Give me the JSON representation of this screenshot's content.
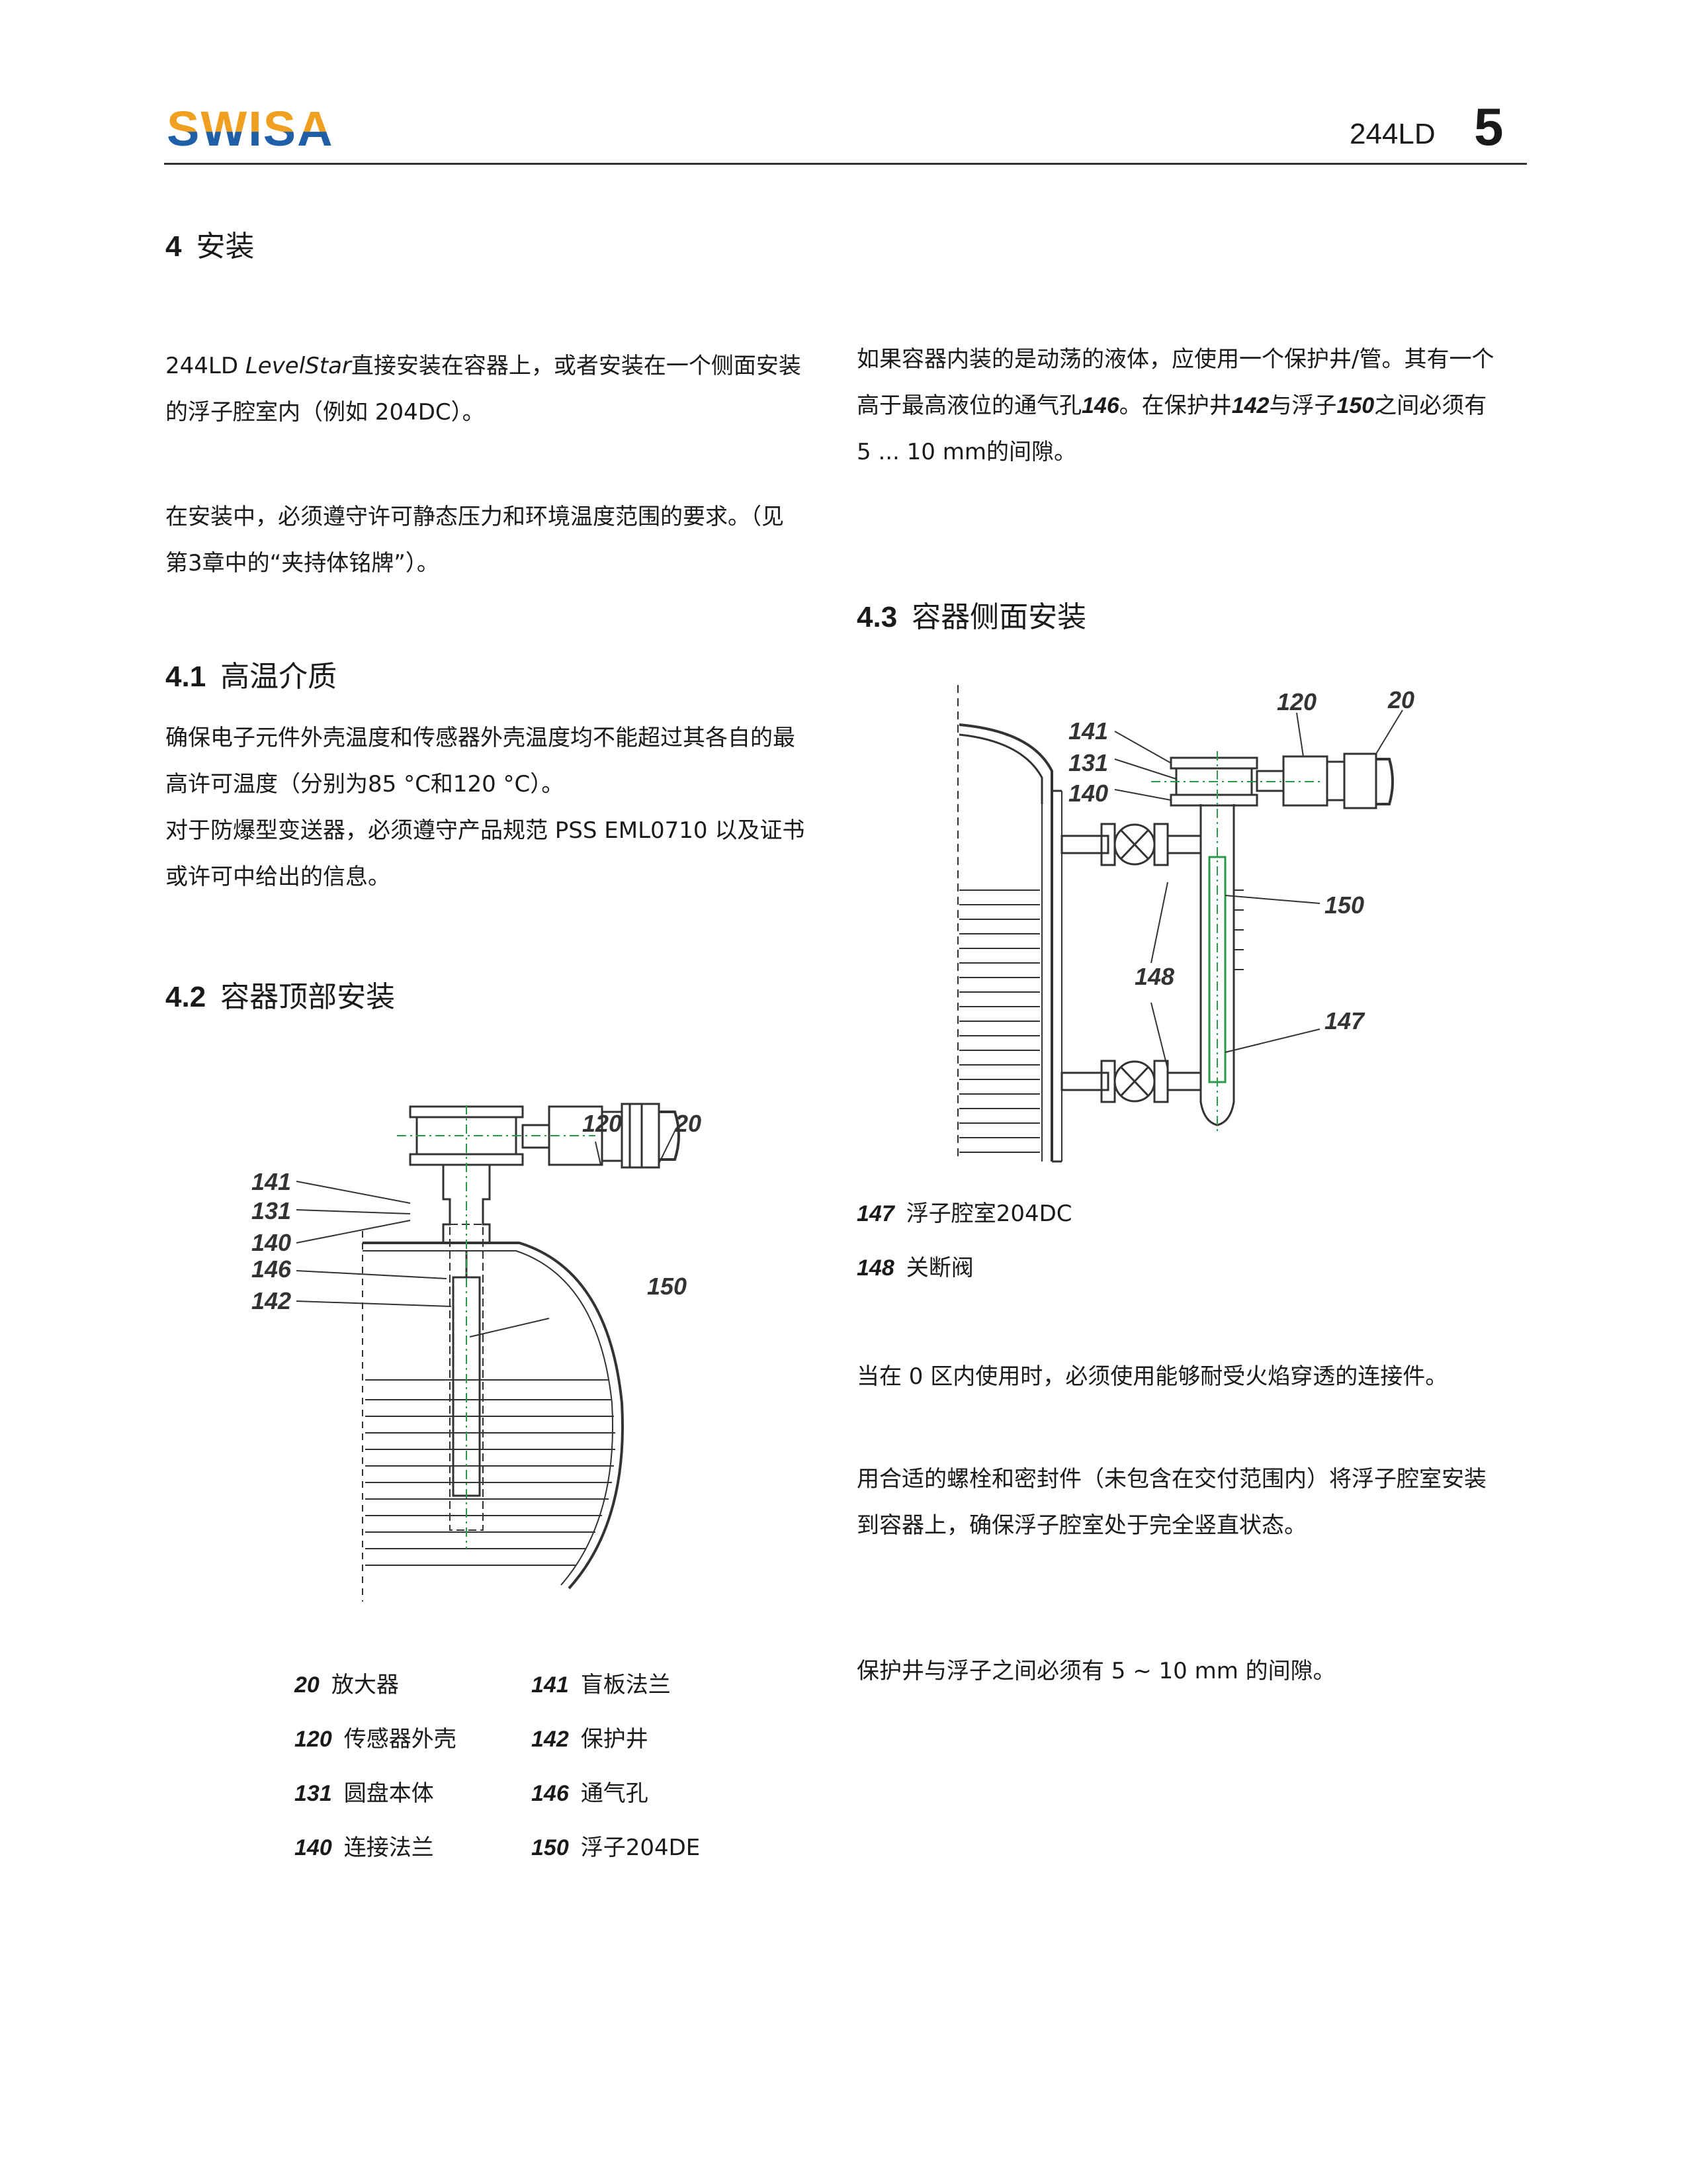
{
  "header": {
    "brand": "SWISA",
    "model": "244LD",
    "page_number": "5",
    "colors": {
      "brand_blue": "#1f5fa8",
      "brand_orange": "#f0a020"
    }
  },
  "section4": {
    "number": "4",
    "title": "安装",
    "para1_a": "244LD ",
    "para1_italic": "LevelStar",
    "para1_b": "直接安装在容器上，或者安装在一个侧面安装",
    "para1_line2": "的浮子腔室内（例如 204DC）。",
    "para2_line1": "在安装中，必须遵守许可静态压力和环境温度范围的要求。（见",
    "para2_line2": "第3章中的“夹持体铭牌”）。"
  },
  "section41": {
    "number": "4.1",
    "title": "高温介质",
    "line1": "确保电子元件外壳温度和传感器外壳温度均不能超过其各自的最",
    "line2": "高许可温度（分别为85 °C和120 °C）。",
    "line3": "对于防爆型变送器，必须遵守产品规范 PSS EML0710 以及证书",
    "line4": "或许可中给出的信息。"
  },
  "section42": {
    "number": "4.2",
    "title": "容器顶部安装",
    "figure_labels": {
      "l141": "141",
      "l131": "131",
      "l140": "140",
      "l146": "146",
      "l142": "142",
      "l120": "120",
      "l20": "20",
      "l150": "150"
    },
    "legend": [
      {
        "num": "20",
        "text": "放大器"
      },
      {
        "num": "120",
        "text": "传感器外壳"
      },
      {
        "num": "131",
        "text": "圆盘本体"
      },
      {
        "num": "140",
        "text": "连接法兰"
      },
      {
        "num": "141",
        "text": "盲板法兰"
      },
      {
        "num": "142",
        "text": "保护井"
      },
      {
        "num": "146",
        "text": "通气孔"
      },
      {
        "num": "150",
        "text": "浮子204DE"
      }
    ]
  },
  "right_intro": {
    "line1": "如果容器内装的是动荡的液体，应使用一个保护井/管。其有一个",
    "line2_a": "高于最高液位的通气孔",
    "line2_n1": "146",
    "line2_b": "。在保护井",
    "line2_n2": "142",
    "line2_c": "与浮子",
    "line2_n3": "150",
    "line2_d": "之间必须有",
    "line3": "5 ... 10 mm的间隙。"
  },
  "section43": {
    "number": "4.3",
    "title": "容器侧面安装",
    "figure_labels": {
      "l120": "120",
      "l20": "20",
      "l141": "141",
      "l131": "131",
      "l140": "140",
      "l150": "150",
      "l148": "148",
      "l147": "147"
    },
    "legend": [
      {
        "num": "147",
        "text": "浮子腔室204DC"
      },
      {
        "num": "148",
        "text": "关断阀"
      }
    ],
    "para1": "当在 0 区内使用时，必须使用能够耐受火焰穿透的连接件。",
    "para2_line1": "用合适的螺栓和密封件（未包含在交付范围内）将浮子腔室安装",
    "para2_line2": "到容器上，确保浮子腔室处于完全竖直状态。",
    "para3": "保护井与浮子之间必须有 5 ~ 10 mm 的间隙。"
  }
}
